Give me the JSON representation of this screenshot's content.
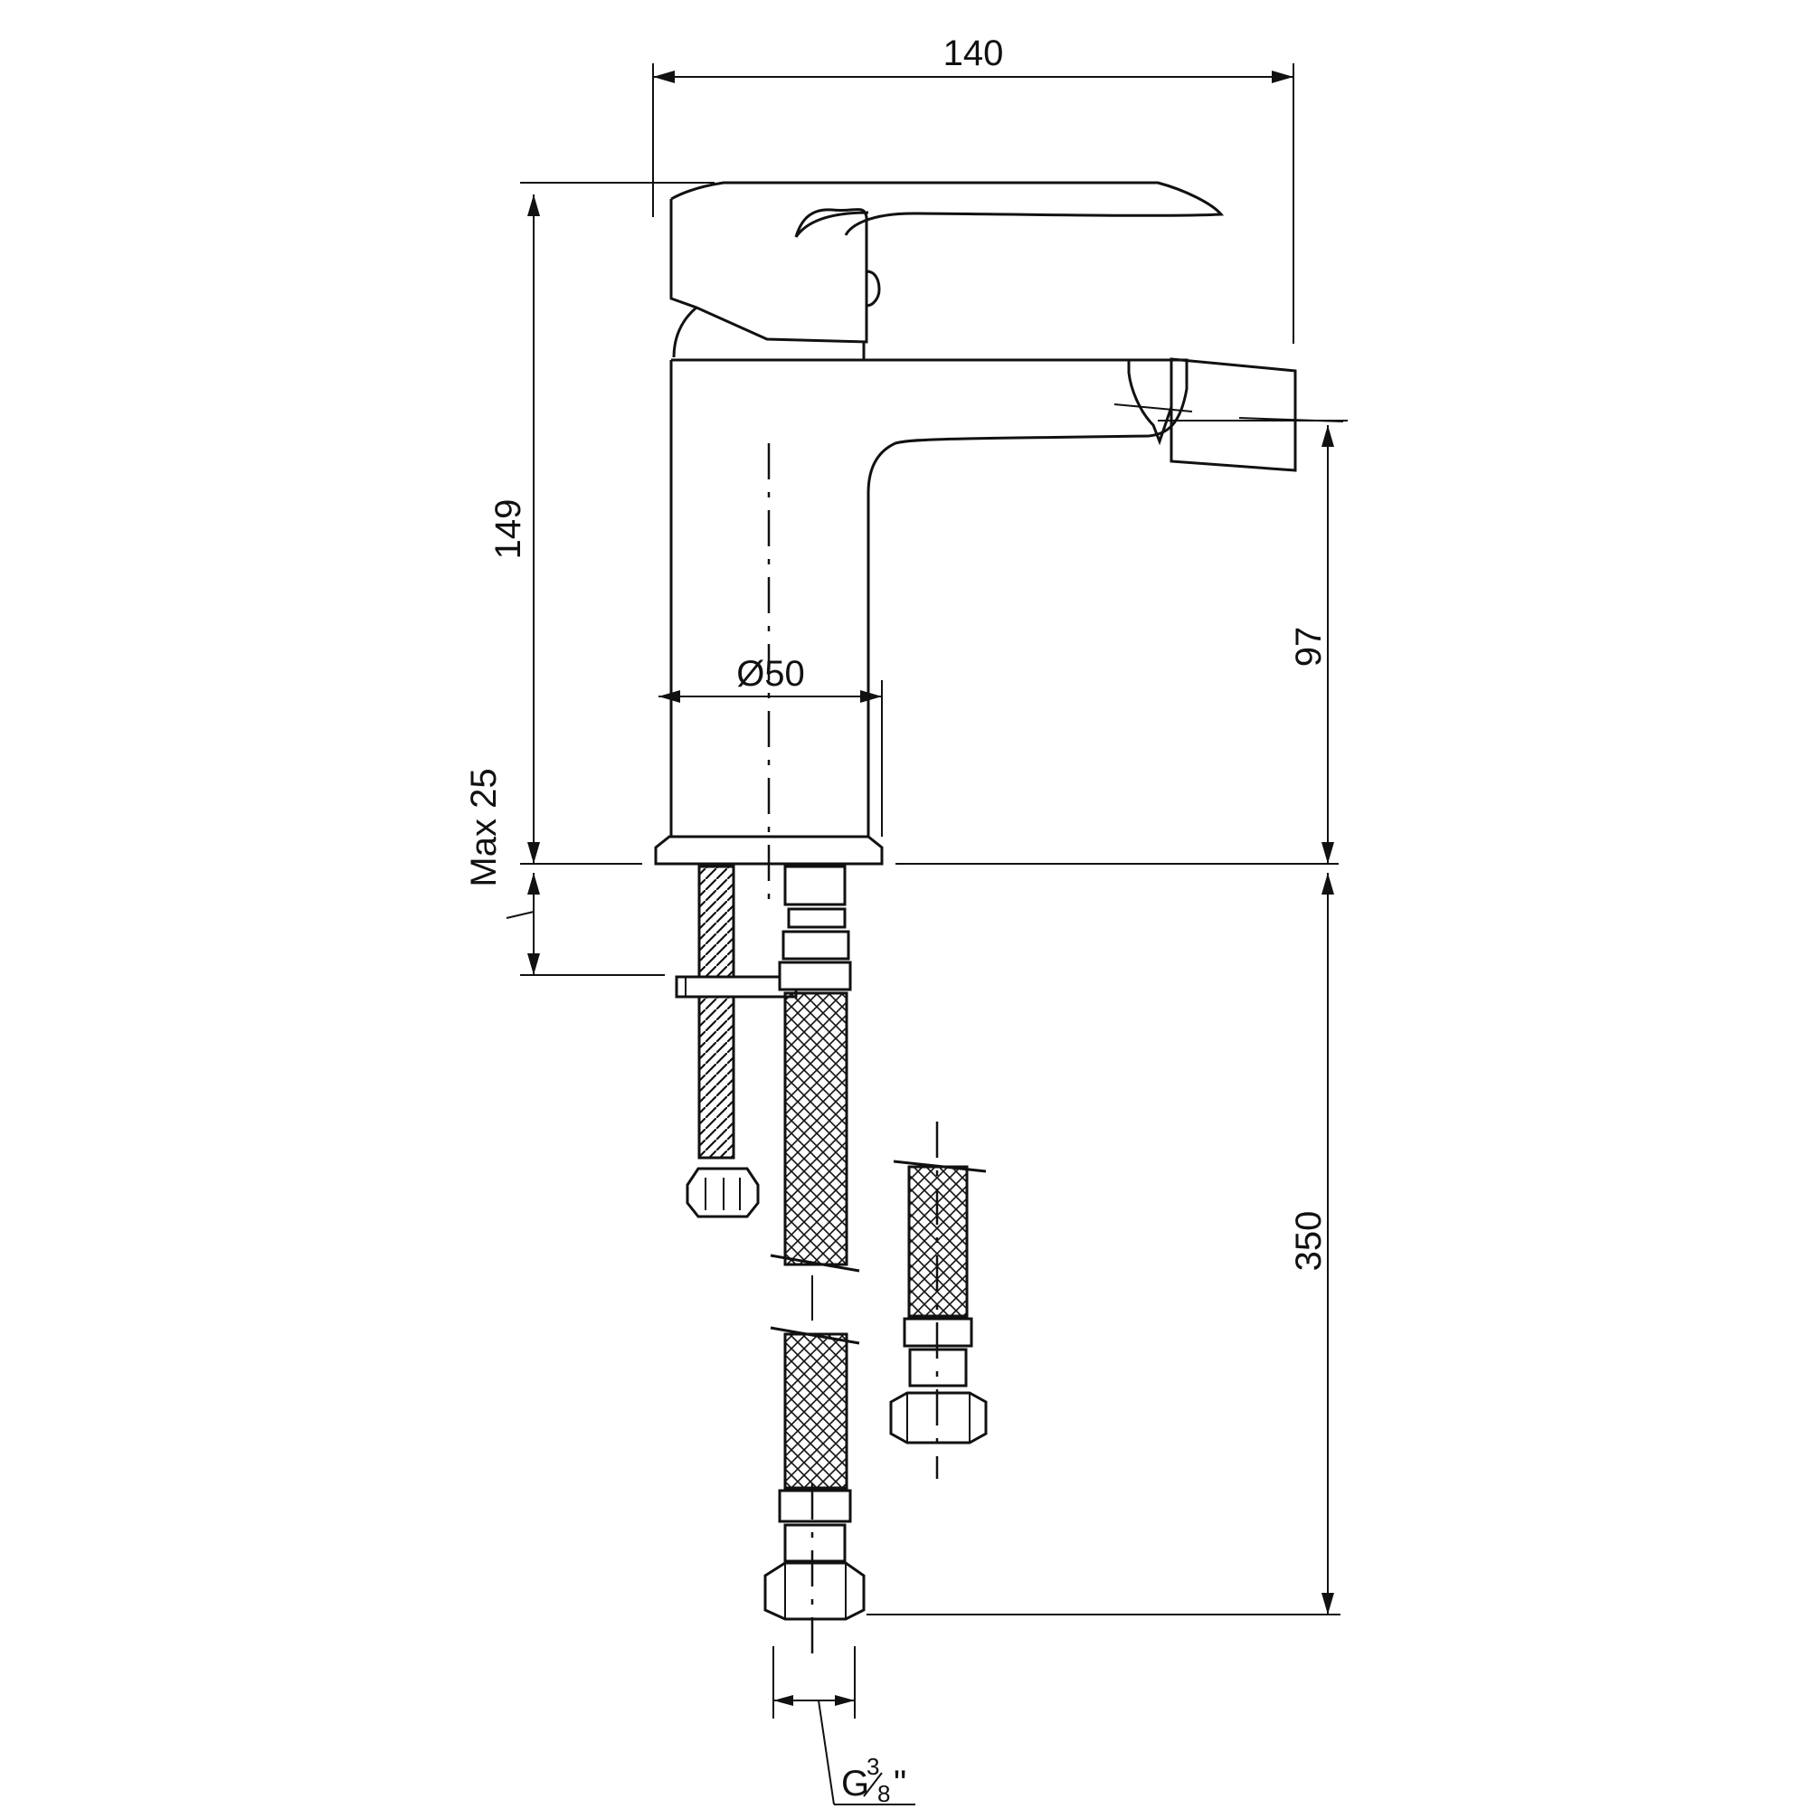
{
  "dimensions": {
    "width": "140",
    "height": "149",
    "spout_height": "97",
    "diameter": "Ø50",
    "max_thickness": "Max 25",
    "hose_length": "350",
    "thread": {
      "base": "G",
      "num": "3",
      "den": "8",
      "suffix": "\""
    }
  },
  "colors": {
    "line": "#111111",
    "background": "#ffffff"
  }
}
